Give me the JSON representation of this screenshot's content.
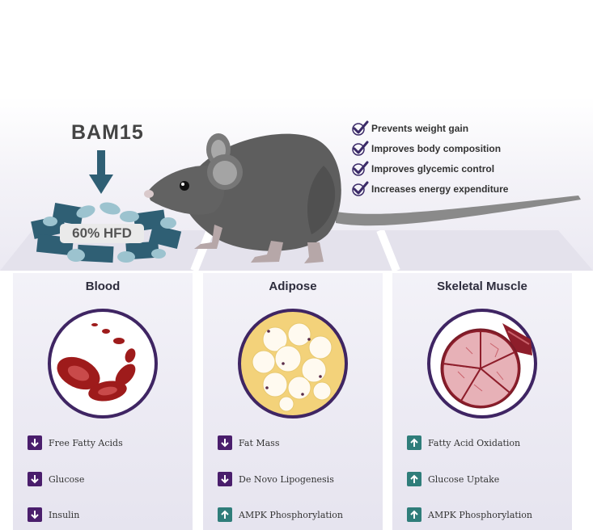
{
  "drug": {
    "name": "BAM15"
  },
  "diet": {
    "label": "60% HFD"
  },
  "benefits": [
    "Prevents weight gain",
    "Improves body composition",
    "Improves glycemic control",
    "Increases energy expenditure"
  ],
  "panels": [
    {
      "title": "Blood",
      "metrics": [
        {
          "label": "Free Fatty Acids",
          "direction": "down"
        },
        {
          "label": "Glucose",
          "direction": "down"
        },
        {
          "label": "Insulin",
          "direction": "down"
        }
      ]
    },
    {
      "title": "Adipose",
      "metrics": [
        {
          "label": "Fat Mass",
          "direction": "down"
        },
        {
          "label": "De Novo Lipogenesis",
          "direction": "down"
        },
        {
          "label": "AMPK Phosphorylation",
          "direction": "up"
        }
      ]
    },
    {
      "title": "Skeletal Muscle",
      "metrics": [
        {
          "label": "Fatty Acid Oxidation",
          "direction": "up"
        },
        {
          "label": "Glucose Uptake",
          "direction": "up"
        },
        {
          "label": "AMPK Phosphorylation",
          "direction": "up"
        }
      ]
    }
  ],
  "colors": {
    "down_indicator": "#4a1e6c",
    "up_indicator": "#2f7d7a",
    "check": "#3b2a68",
    "circle_border": "#3f2563",
    "pellet_dark": "#2f5f74",
    "pellet_light": "#9cc3cf",
    "blood_red": "#9e1b1b",
    "muscle_red": "#b3283a"
  }
}
